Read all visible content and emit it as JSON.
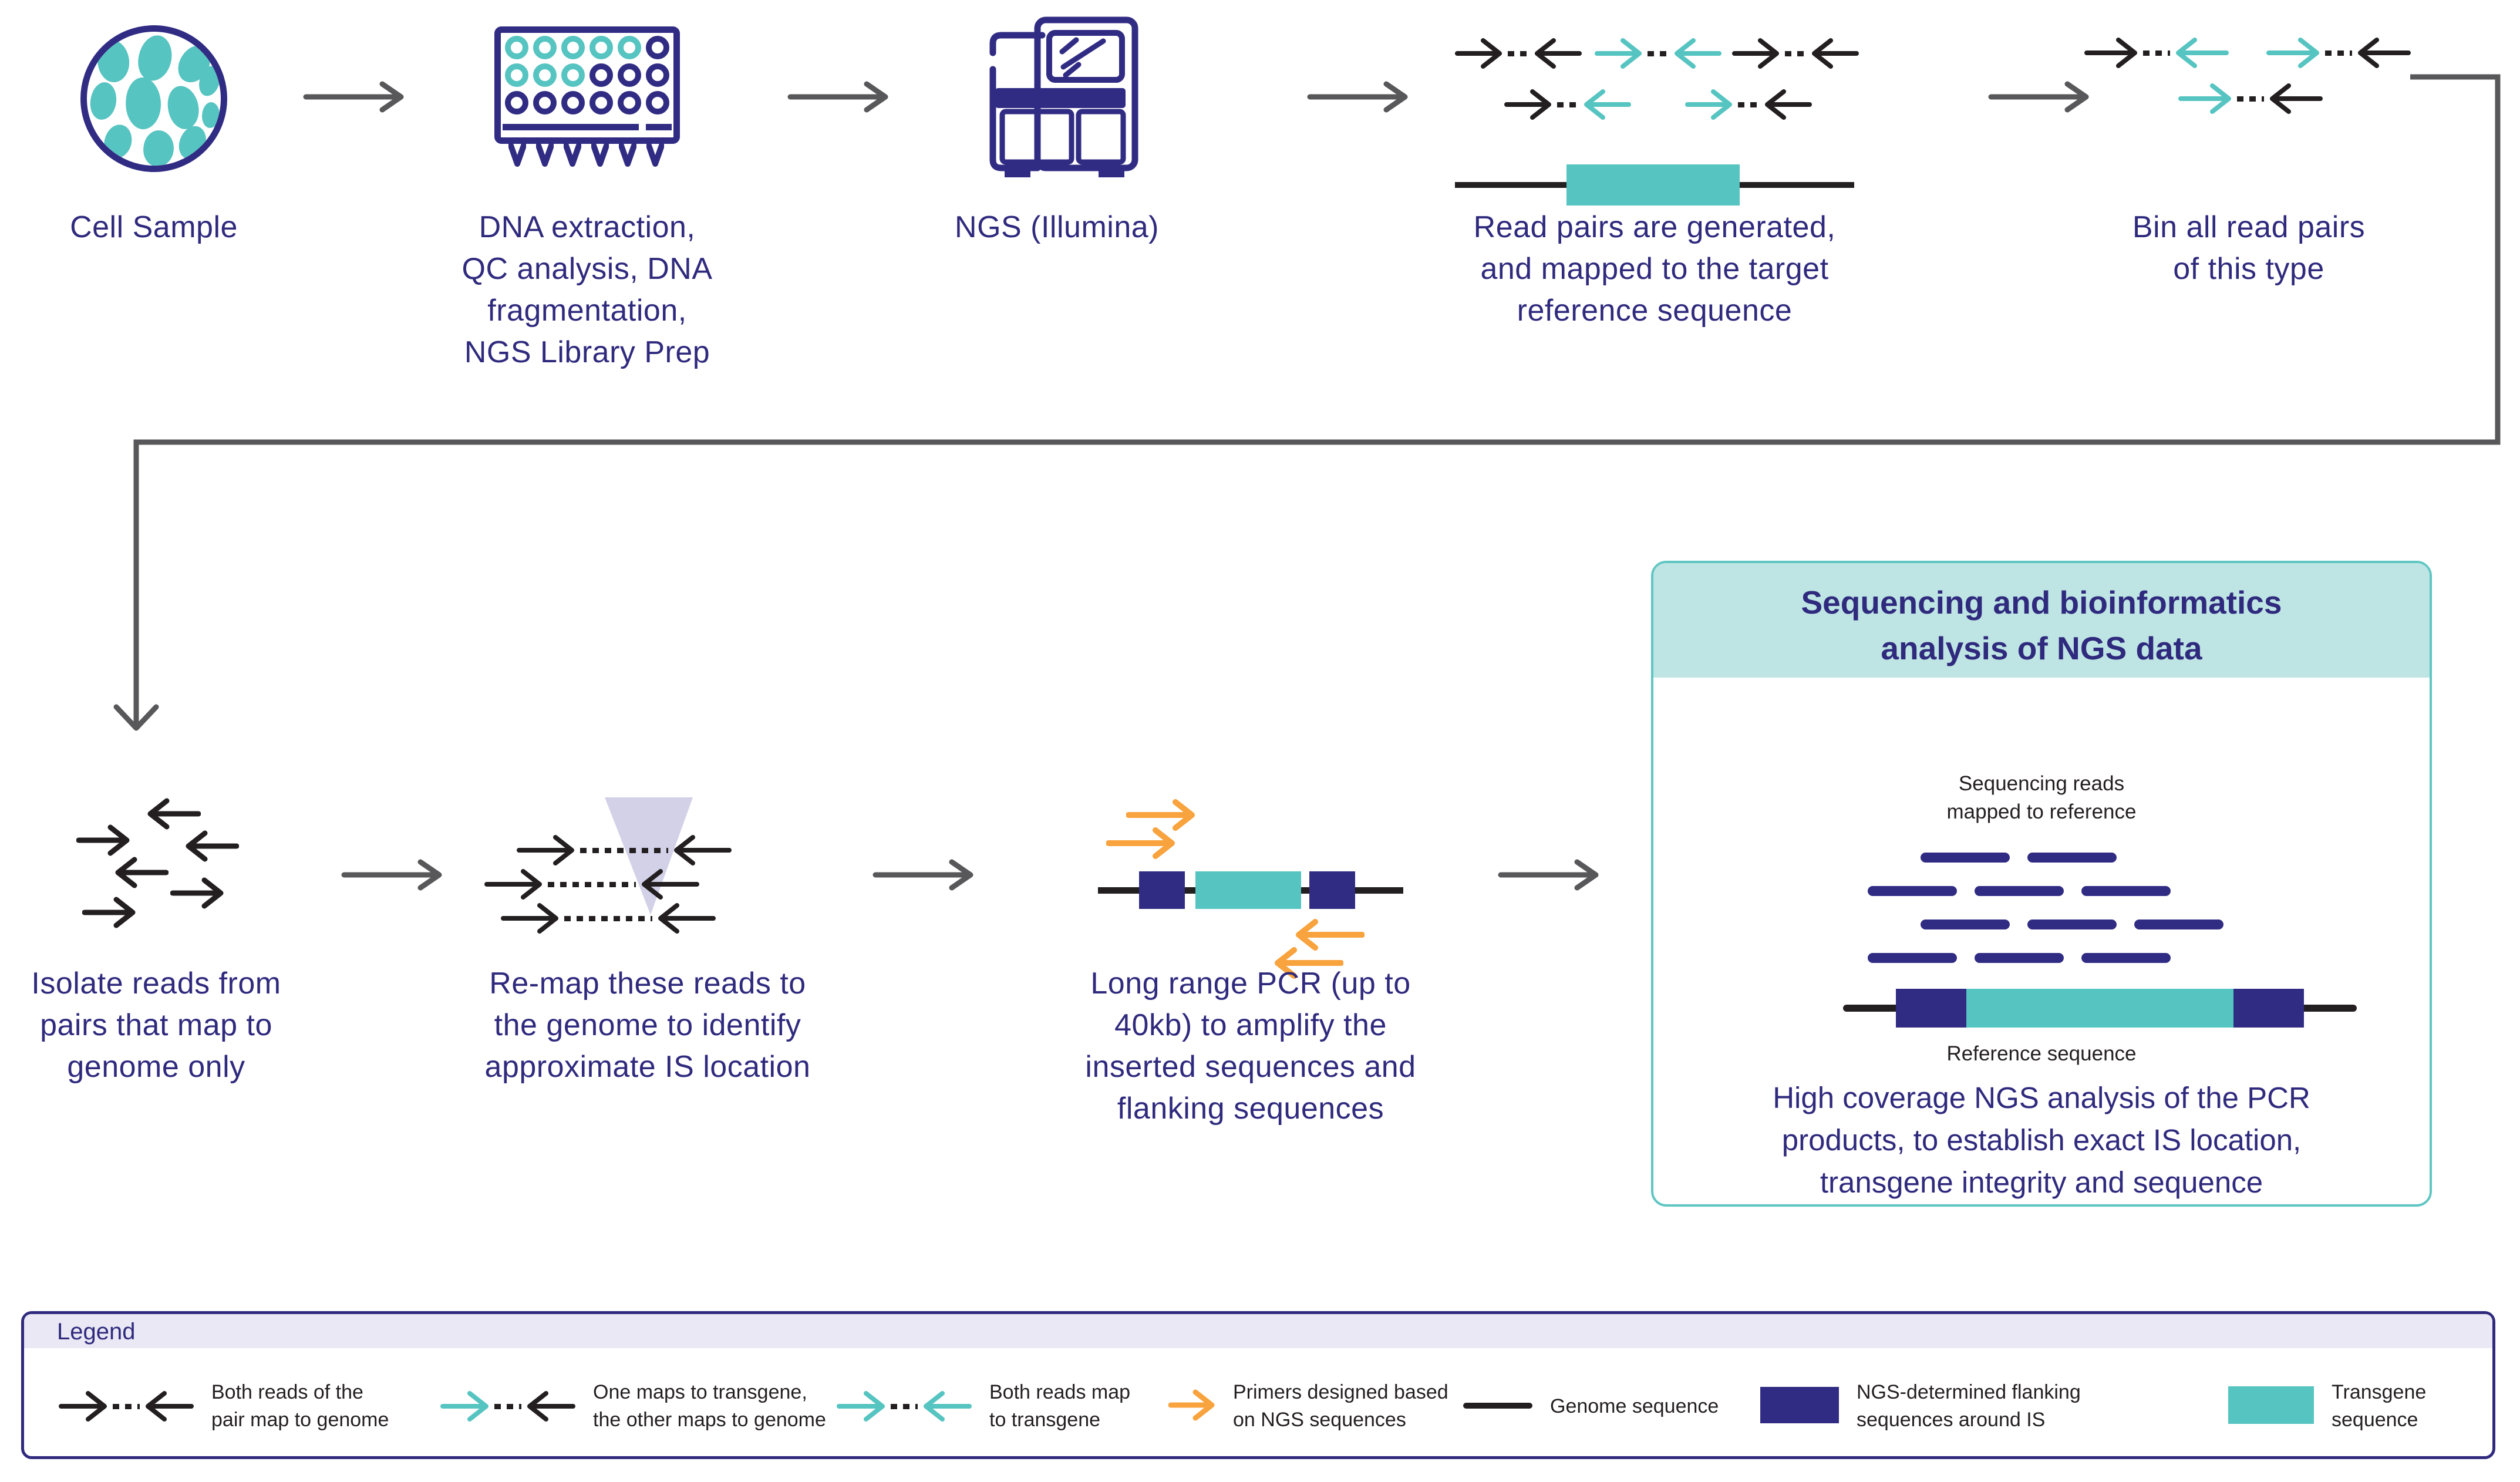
{
  "colors": {
    "navy_text": "#2F2A7D",
    "navy_icon": "#312C83",
    "teal": "#56C4C1",
    "teal_light": "#BEE5E4",
    "orange": "#F8A33E",
    "gray_arrow": "#58585A",
    "black": "#231F20",
    "funnel_lavender": "#D3D1E8",
    "legend_band": "#E9E8F4"
  },
  "steps": {
    "cell_sample": {
      "label": "Cell Sample"
    },
    "dna_extraction": {
      "label": [
        "DNA extraction,",
        "QC analysis, DNA",
        "fragmentation,",
        "NGS Library Prep"
      ]
    },
    "ngs": {
      "label": "NGS (Illumina)"
    },
    "read_pairs": {
      "label": [
        "Read pairs are generated,",
        "and mapped to the target",
        "reference sequence"
      ]
    },
    "bin_pairs": {
      "label": [
        "Bin all read pairs",
        "of this type"
      ]
    },
    "isolate": {
      "label": [
        "Isolate reads from",
        "pairs that map to",
        "genome only"
      ]
    },
    "remap": {
      "label": [
        "Re-map these reads to",
        "the genome to identify",
        "approximate IS location"
      ]
    },
    "pcr": {
      "label": [
        "Long range PCR (up to",
        "40kb) to amplify the",
        "inserted sequences and",
        "flanking sequences"
      ]
    }
  },
  "analysis_box": {
    "title": [
      "Sequencing and bioinformatics",
      "analysis of NGS data"
    ],
    "reads_caption": [
      "Sequencing reads",
      "mapped to reference"
    ],
    "reference_caption": "Reference sequence",
    "body": [
      "High coverage NGS analysis of the PCR",
      "products, to establish exact IS location,",
      "transgene integrity and sequence"
    ]
  },
  "legend": {
    "title": "Legend",
    "items": [
      {
        "icon": "pair-black-black",
        "label": [
          "Both reads of the",
          "pair map to genome"
        ]
      },
      {
        "icon": "pair-teal-black",
        "label": [
          "One maps to transgene,",
          "the other maps to genome"
        ]
      },
      {
        "icon": "pair-teal-teal",
        "label": [
          "Both reads map",
          "to transgene"
        ]
      },
      {
        "icon": "primer-arrow",
        "label": [
          "Primers designed based",
          "on NGS sequences"
        ]
      },
      {
        "icon": "genome-line",
        "label": [
          "Genome sequence"
        ]
      },
      {
        "icon": "flanking-box",
        "label": [
          "NGS-determined flanking",
          "sequences around IS"
        ]
      },
      {
        "icon": "transgene-box",
        "label": [
          "Transgene sequence"
        ]
      }
    ]
  }
}
